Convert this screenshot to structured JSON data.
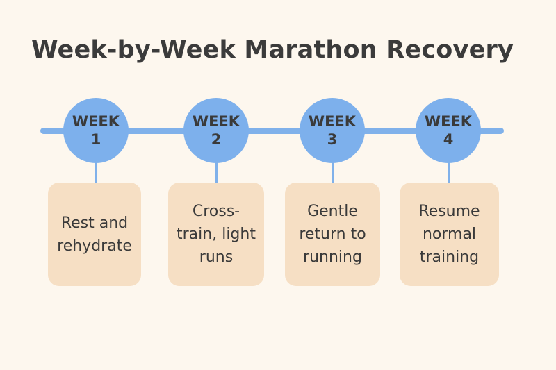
{
  "title": "Week-by-Week Marathon Recovery",
  "colors": {
    "background": "#fdf7ee",
    "timeline": "#80b1ea",
    "node": "#7db0ec",
    "card": "#f6dfc4",
    "text": "#3b3b3b"
  },
  "stages": [
    {
      "week_label": "WEEK",
      "week_number": "1",
      "description": "Rest and rehydrate"
    },
    {
      "week_label": "WEEK",
      "week_number": "2",
      "description": "Cross-train, light runs"
    },
    {
      "week_label": "WEEK",
      "week_number": "3",
      "description": "Gentle return to running"
    },
    {
      "week_label": "WEEK",
      "week_number": "4",
      "description": "Resume normal training"
    }
  ]
}
